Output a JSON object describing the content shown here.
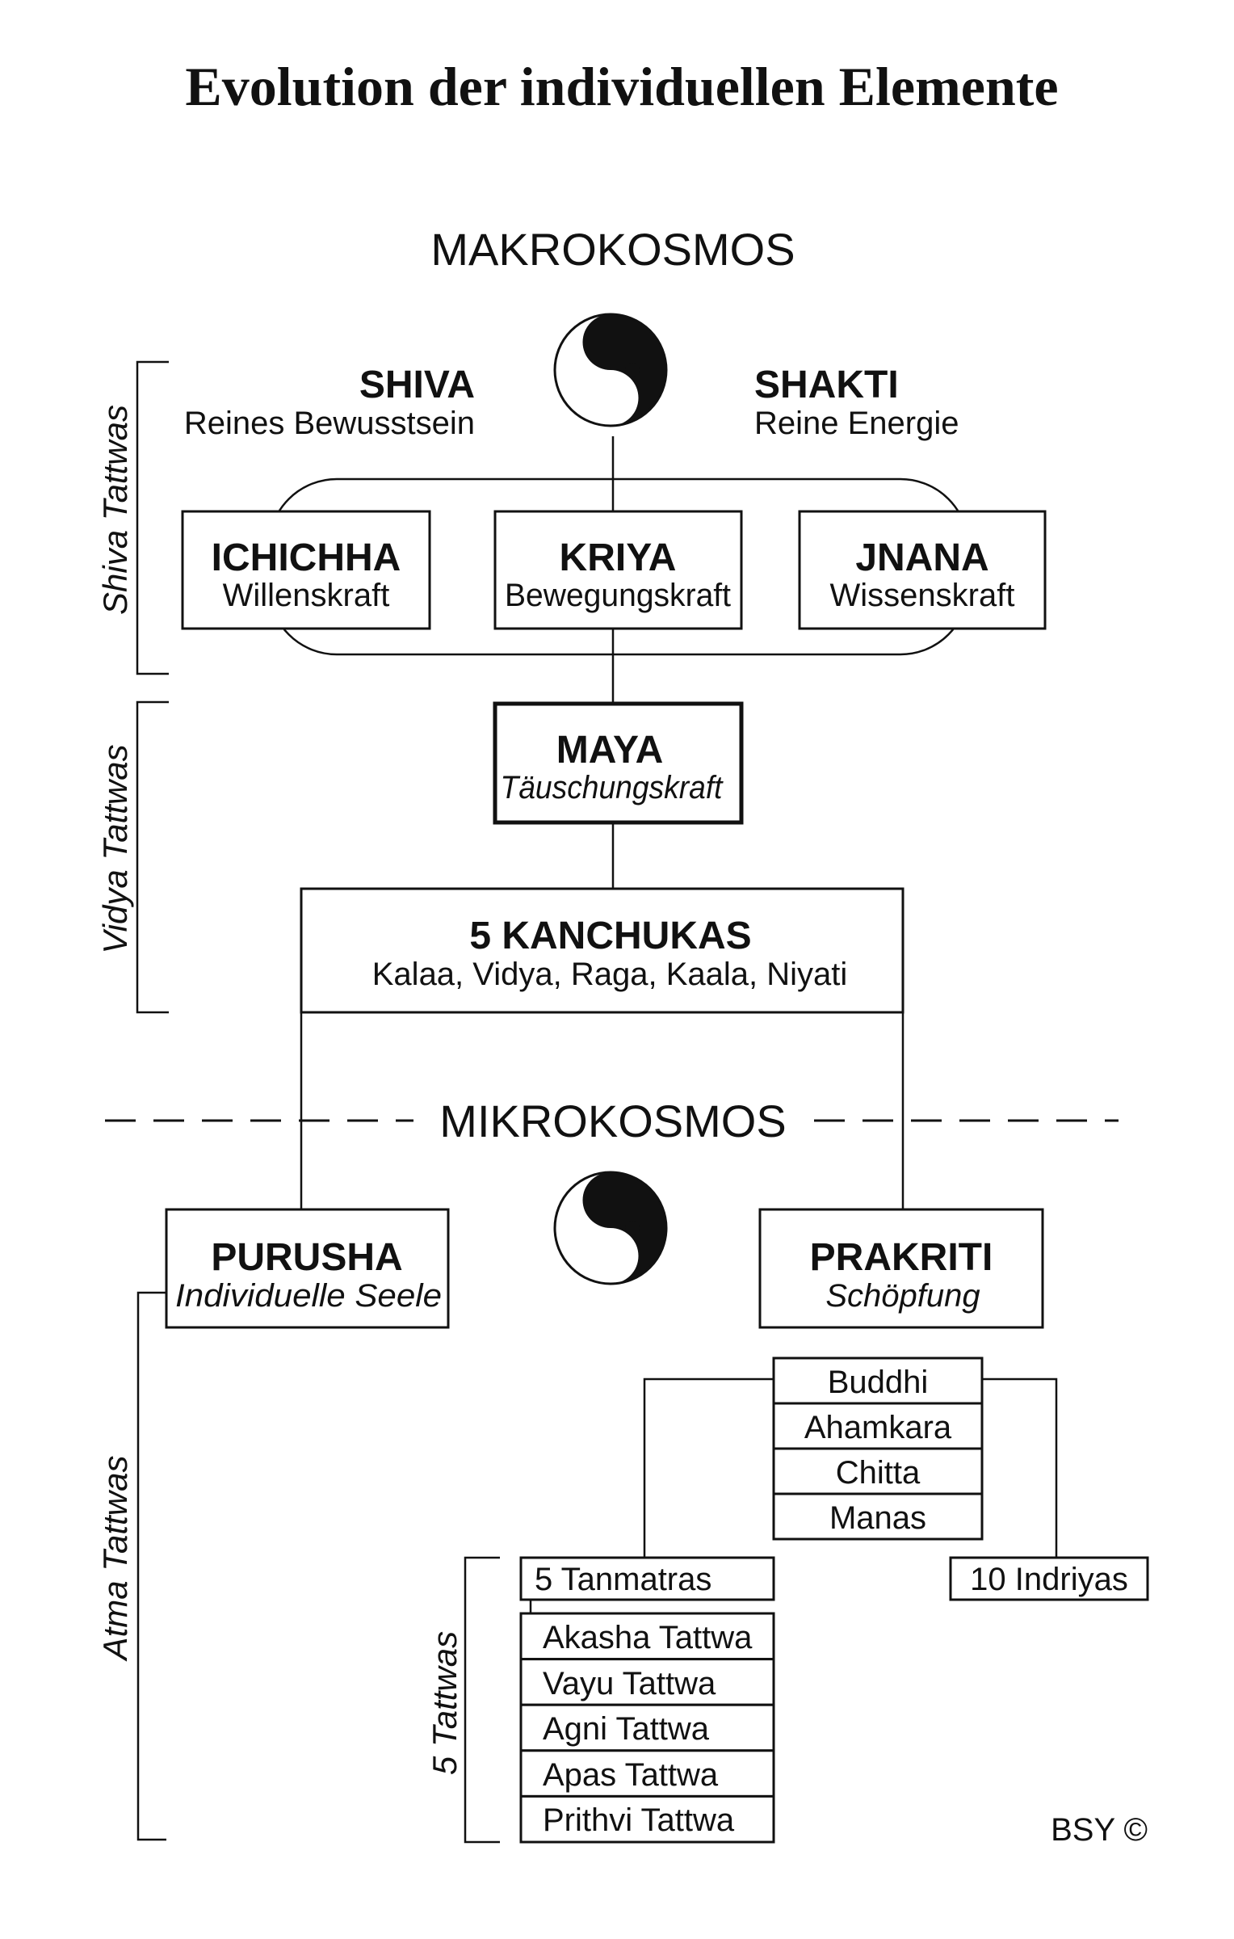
{
  "title": "Evolution der individuellen Elemente",
  "makrokosmos": "MAKROKOSMOS",
  "mikrokosmos": "MIKROKOSMOS",
  "shiva": {
    "name": "SHIVA",
    "desc": "Reines Bewusstsein"
  },
  "shakti": {
    "name": "SHAKTI",
    "desc": "Reine Energie"
  },
  "powers": [
    {
      "name": "ICHICHHA",
      "desc": "Willenskraft"
    },
    {
      "name": "KRIYA",
      "desc": "Bewegungskraft"
    },
    {
      "name": "JNANA",
      "desc": "Wissenskraft"
    }
  ],
  "maya": {
    "name": "MAYA",
    "desc": "Täuschungskraft"
  },
  "kanchukas": {
    "name": "5 KANCHUKAS",
    "desc": "Kalaa, Vidya, Raga, Kaala, Niyati"
  },
  "purusha": {
    "name": "PURUSHA",
    "desc": "Individuelle Seele"
  },
  "prakriti": {
    "name": "PRAKRITI",
    "desc": "Schöpfung"
  },
  "antahkarana": [
    "Buddhi",
    "Ahamkara",
    "Chitta",
    "Manas"
  ],
  "tanmatras": "5 Tanmatras",
  "indriyas": "10 Indriyas",
  "tattwas": [
    "Akasha Tattwa",
    "Vayu Tattwa",
    "Agni Tattwa",
    "Apas Tattwa",
    "Prithvi Tattwa"
  ],
  "side_labels": {
    "shiva": "Shiva Tattwas",
    "vidya": "Vidya Tattwas",
    "atma": "Atma Tattwas",
    "five": "5 Tattwas"
  },
  "copyright": "BSY ©"
}
